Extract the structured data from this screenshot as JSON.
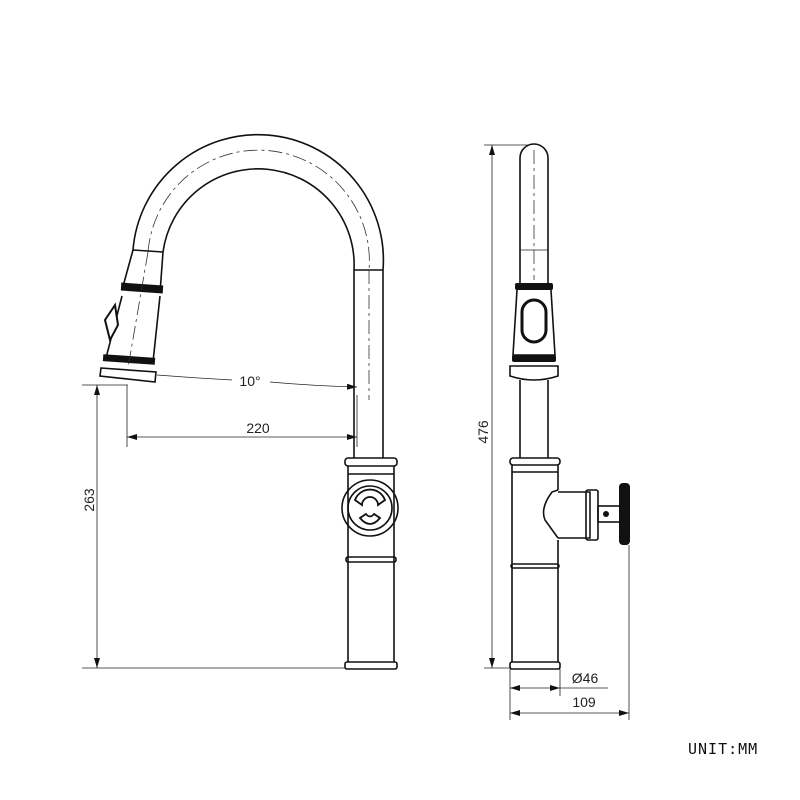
{
  "drawing": {
    "front_view": {
      "angle_label": "10°",
      "reach_label": "220",
      "height_label": "263"
    },
    "side_view": {
      "total_height_label": "476",
      "base_diameter_label": "Ø46",
      "depth_label": "109"
    },
    "unit_label": "UNIT:MM",
    "line_color": "#111111"
  }
}
